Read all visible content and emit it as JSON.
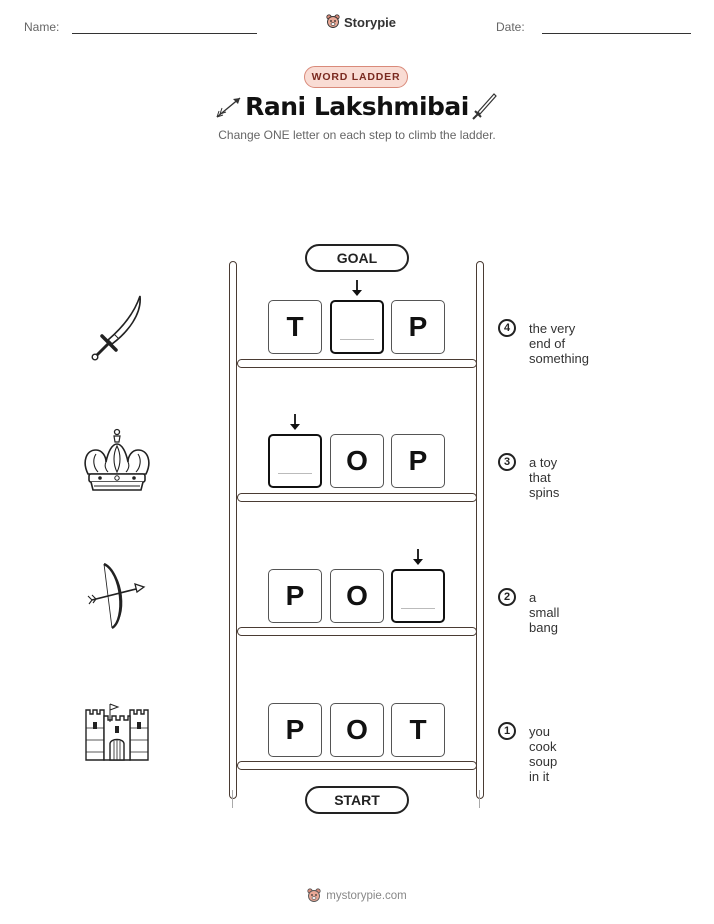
{
  "header": {
    "name_label": "Name:",
    "date_label": "Date:",
    "brand": "Storypie"
  },
  "badge": "WORD LADDER",
  "title": "Rani Lakshmibai",
  "subtitle": "Change ONE letter on each step to climb the ladder.",
  "ladder": {
    "goal_label": "GOAL",
    "start_label": "START",
    "steps": [
      {
        "number": "4",
        "clue": "the very end of something",
        "letters": [
          "T",
          "",
          "P"
        ],
        "picture": "sword-icon"
      },
      {
        "number": "3",
        "clue": "a toy that spins",
        "letters": [
          "",
          "O",
          "P"
        ],
        "picture": "crown-icon"
      },
      {
        "number": "2",
        "clue": "a small bang",
        "letters": [
          "P",
          "O",
          ""
        ],
        "picture": "bow-arrow-icon"
      },
      {
        "number": "1",
        "clue": "you cook soup in it",
        "letters": [
          "P",
          "O",
          "T"
        ],
        "picture": "castle-icon"
      }
    ]
  },
  "footer": "mystorypie.com"
}
